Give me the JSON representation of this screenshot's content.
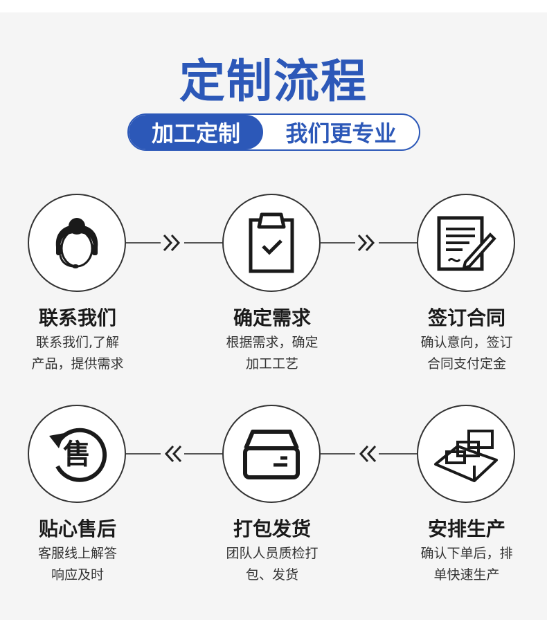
{
  "title": "定制流程",
  "tagline": {
    "left": "加工定制",
    "right": "我们更专业"
  },
  "steps": [
    {
      "title": "联系我们",
      "desc1": "联系我们,了解",
      "desc2": "产品，提供需求",
      "icon": "customer-service-icon"
    },
    {
      "title": "确定需求",
      "desc1": "根据需求，确定",
      "desc2": "加工工艺",
      "icon": "clipboard-check-icon"
    },
    {
      "title": "签订合同",
      "desc1": "确认意向，签订",
      "desc2": "合同支付定金",
      "icon": "contract-sign-icon"
    },
    {
      "title": "贴心售后",
      "desc1": "客服线上解答",
      "desc2": "响应及时",
      "icon": "after-sale-icon",
      "icon_text": "售"
    },
    {
      "title": "打包发货",
      "desc1": "团队人员质检打",
      "desc2": "包、发货",
      "icon": "package-box-icon"
    },
    {
      "title": "安排生产",
      "desc1": "确认下单后，排",
      "desc2": "单快速生产",
      "icon": "production-icon"
    }
  ],
  "colors": {
    "brand": "#2c58b8",
    "panel": "#f5f5f5",
    "text": "#1a1a1a"
  }
}
